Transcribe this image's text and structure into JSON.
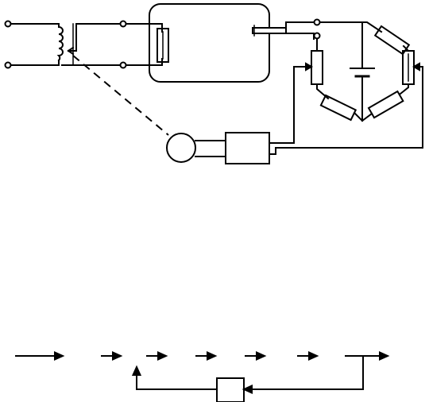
{
  "figure": {
    "labels": [],
    "colors": {
      "ink": "#000000",
      "background": "#ffffff"
    }
  },
  "circuit": {
    "components": [
      "input-terminal-top",
      "input-terminal-bottom",
      "autotransformer-coil",
      "transformer-wiper-arrow",
      "feed-terminal-top",
      "feed-terminal-bottom",
      "furnace-chamber",
      "furnace-heater-element",
      "thermocouple-probe",
      "bridge-terminal-top",
      "bridge-terminal-bottom",
      "bridge-resistor-left",
      "bridge-resistor-top-right",
      "bridge-resistor-bottom-left",
      "bridge-resistor-bottom-right",
      "bridge-battery",
      "slide-rheostat-right",
      "amplifier-box",
      "servo-motor",
      "mechanical-linkage-dashed"
    ]
  },
  "block_diagram": {
    "blocks": [
      "feedback-element-box"
    ],
    "forward_arrows": 7,
    "labels": []
  }
}
